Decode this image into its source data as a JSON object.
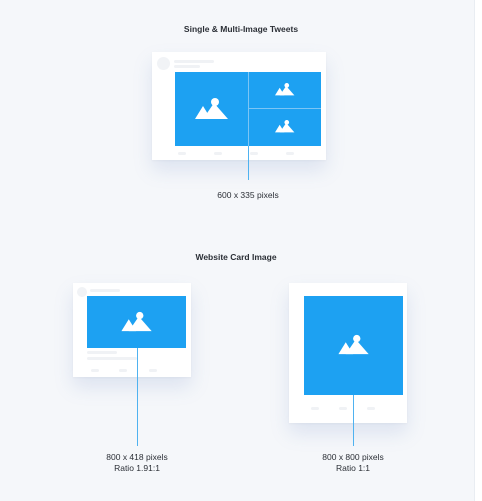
{
  "sections": {
    "tweets": {
      "heading": "Single & Multi-Image Tweets",
      "dimension_label": "600 x 335 pixels"
    },
    "website_card": {
      "heading": "Website Card Image",
      "landscape": {
        "size_label": "800 x 418 pixels",
        "ratio_label": "Ratio 1.91:1"
      },
      "square": {
        "size_label": "800 x 800 pixels",
        "ratio_label": "Ratio 1:1"
      }
    }
  },
  "colors": {
    "image_fill": "#1da1f2",
    "guide_line": "#4fb2f0",
    "background": "#f5f7fa",
    "card": "#ffffff"
  },
  "icons": {
    "image_placeholder": "image-icon"
  }
}
